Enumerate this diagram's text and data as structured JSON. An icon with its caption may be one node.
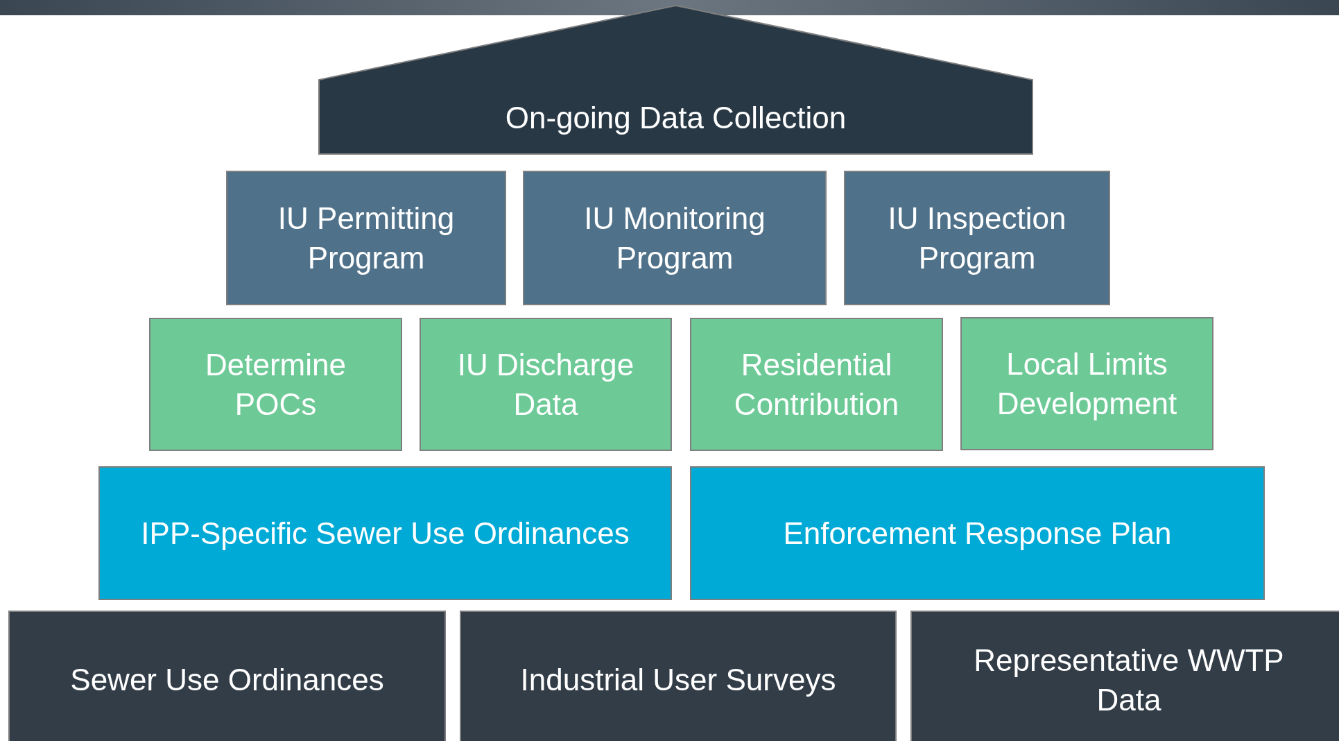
{
  "diagram": {
    "nodes": [
      {
        "text": [
          "On-going Data Collection"
        ]
      },
      {
        "text": [
          "IU Permitting Program"
        ]
      },
      {
        "text": [
          "IU Monitoring Program"
        ]
      },
      {
        "text": [
          "IU Inspection Program"
        ]
      },
      {
        "text": [
          "Determine POCs"
        ]
      },
      {
        "text": [
          "IU Discharge Data"
        ]
      },
      {
        "text": [
          "Residential Contribution"
        ]
      },
      {
        "text": [
          "Local Limits Development"
        ]
      },
      {
        "text": [
          "IPP-Specific Sewer Use Ordinances"
        ]
      },
      {
        "text": [
          "Enforcement Response Plan"
        ]
      },
      {
        "text": [
          "Sewer Use Ordinances"
        ]
      },
      {
        "text": [
          "Industrial User Surveys"
        ]
      },
      {
        "text": [
          "Representative WWTP Data"
        ]
      }
    ]
  }
}
